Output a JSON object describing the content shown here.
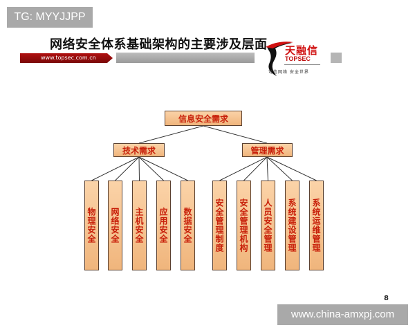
{
  "watermark_top": "TG: MYYJJPP",
  "slide": {
    "title": "网络安全体系基础架构的主要涉及层面",
    "url": "www.topsec.com.cn",
    "logo": {
      "name_cn": "天融信",
      "name_en": "TOPSEC",
      "slogan": "可信网络  安全世界"
    },
    "page_number": "8"
  },
  "diagram": {
    "root": "信息安全需求",
    "branches": [
      {
        "label": "技术需求",
        "leaves": [
          "物理安全",
          "网络安全",
          "主机安全",
          "应用安全",
          "数据安全"
        ]
      },
      {
        "label": "管理需求",
        "leaves": [
          "安全管理制度",
          "安全管理机构",
          "人员安全管理",
          "系统建设管理",
          "系统运维管理"
        ]
      }
    ]
  },
  "colors": {
    "box_fill": "#f5c18e",
    "box_text": "#c8200a",
    "brand_red": "#b01010"
  },
  "watermark_bottom": "www.china-amxpj.com"
}
